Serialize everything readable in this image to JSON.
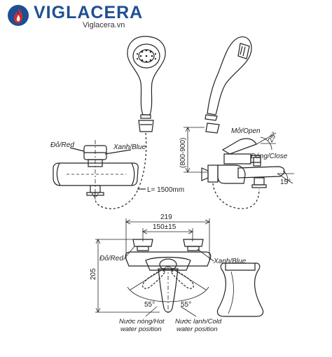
{
  "brand": {
    "name": "VIGLACERA",
    "site": "Viglacera.vn",
    "color": "#1f4f93",
    "accent": "#d52b2b"
  },
  "labels": {
    "red_top": "Đỏ/Red",
    "blue_top": "Xanh/Blue",
    "hose_length": "L= 1500mm",
    "height_range": "(800-900)",
    "open": "Mở/Open",
    "open_angle": "25°",
    "close": "Đóng/Close",
    "spout_angle": "15°",
    "width_total": "219",
    "width_centers": "150±15",
    "height_total": "205",
    "red_bottom": "Đỏ/Red",
    "blue_bottom": "Xanh/Blue",
    "angle_left": "55°",
    "angle_right": "55°",
    "hot_line1": "Nước nóng/Hot",
    "hot_line2": "water position",
    "cold_line1": "Nước lạnh/Cold",
    "cold_line2": "water position"
  }
}
